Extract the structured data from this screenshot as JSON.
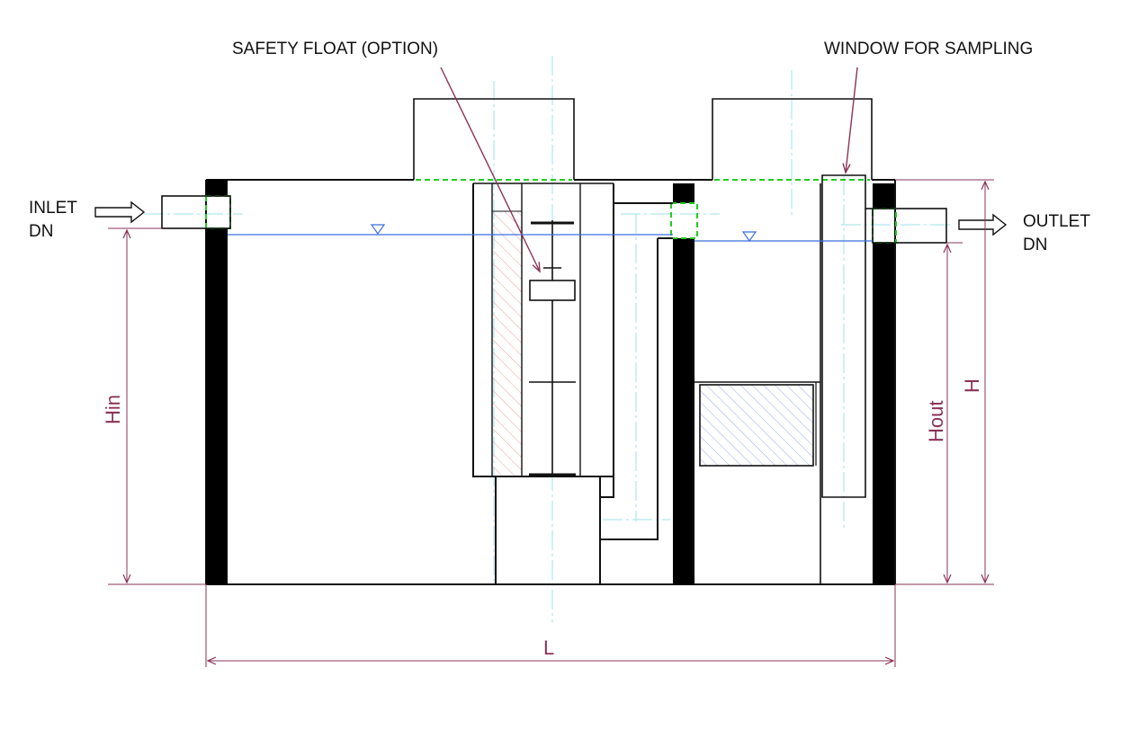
{
  "labels": {
    "safety_float": "SAFETY FLOAT (OPTION)",
    "window_sampling": "WINDOW FOR SAMPLING",
    "inlet_line1": "INLET",
    "inlet_line2": "DN",
    "outlet_line1": "OUTLET",
    "outlet_line2": "DN"
  },
  "dimensions": {
    "hin": "Hin",
    "hout": "Hout",
    "h": "H",
    "l": "L"
  },
  "colors": {
    "outline": "#111111",
    "wall_fill": "#000000",
    "dimension": "#8a3358",
    "water_line": "#3b6fe0",
    "centerline": "#9fe0e8",
    "seal_dash": "#22cc22",
    "hatch_red": "#e8a0a0",
    "hatch_blue": "#9aa8e8"
  }
}
